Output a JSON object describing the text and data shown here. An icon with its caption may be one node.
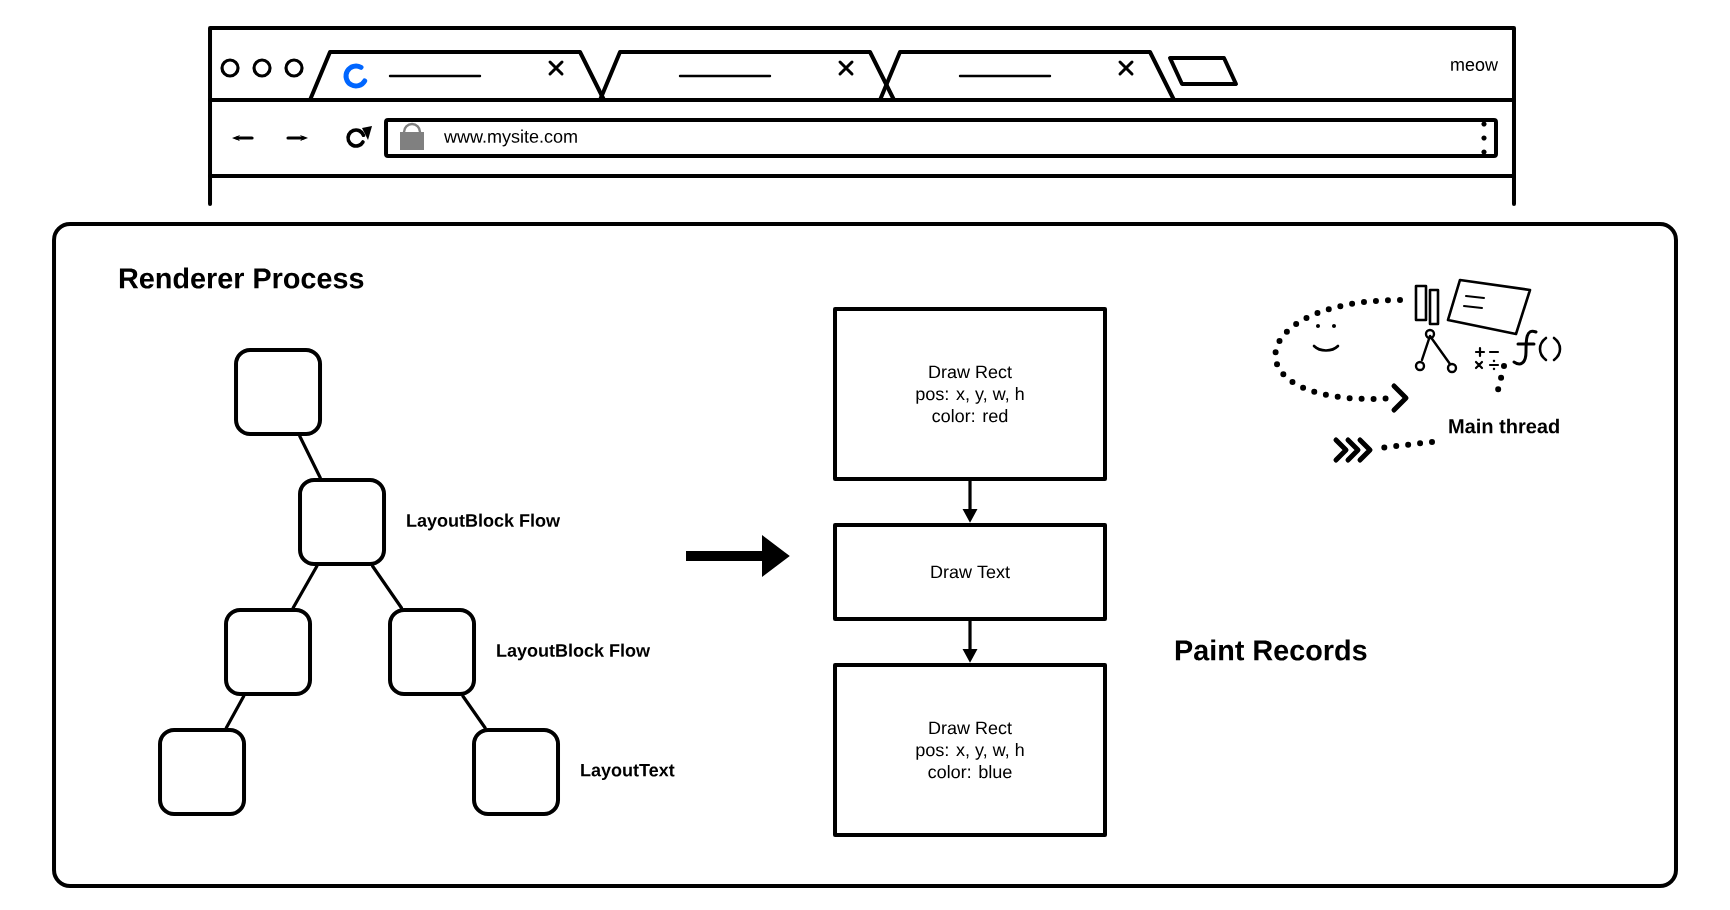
{
  "diagram": {
    "nodes": [
      {
        "text": [
          "Renderer Process"
        ]
      },
      {
        "text": [],
        "shape": "box",
        "in": 0
      },
      {
        "text": [],
        "shape": "box",
        "in": 0,
        "beside": [
          "LayoutBlock Flow"
        ]
      },
      {
        "text": [],
        "shape": "box",
        "in": 0
      },
      {
        "text": [],
        "shape": "box",
        "in": 0,
        "beside": [
          "LayoutBlock Flow"
        ]
      },
      {
        "text": [],
        "shape": "box",
        "in": 0
      },
      {
        "text": [],
        "shape": "box",
        "in": 0,
        "beside": [
          "LayoutText"
        ]
      },
      {
        "text": [
          "Draw Rect",
          "pos: x, y, w, h",
          "color: red"
        ],
        "in": 0
      },
      {
        "text": [
          "Draw Text"
        ],
        "in": 0
      },
      {
        "text": [
          "Draw Rect",
          "pos: x, y, w, h",
          "color: blue"
        ],
        "in": 0
      }
    ],
    "edges": [
      {
        "from": 1,
        "to": 2,
        "arrow": "none"
      },
      {
        "from": 2,
        "to": 3,
        "arrow": "none"
      },
      {
        "from": 2,
        "to": 4,
        "arrow": "none"
      },
      {
        "from": 3,
        "to": 5,
        "arrow": "none"
      },
      {
        "from": 4,
        "to": 6,
        "arrow": "none"
      },
      {
        "from": 7,
        "to": 8,
        "arrow": "to"
      },
      {
        "from": 8,
        "to": 9,
        "arrow": "to"
      }
    ],
    "labels": [
      "meow",
      "www.mysite.com",
      "Main thread",
      "Paint Records"
    ]
  }
}
